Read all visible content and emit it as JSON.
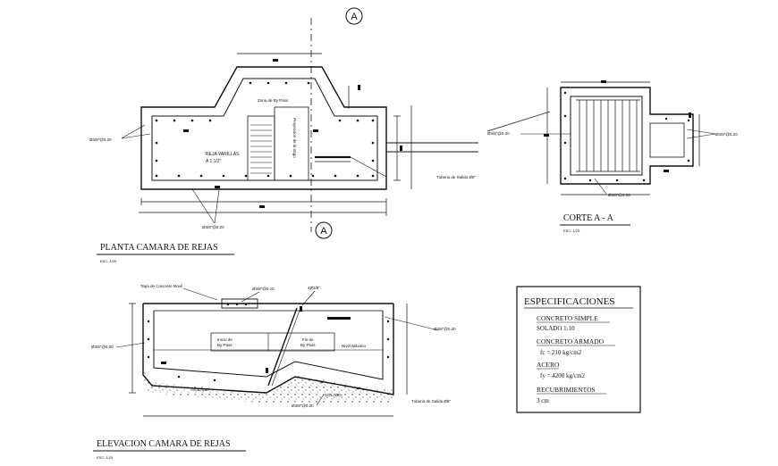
{
  "section_markers": {
    "top": "A",
    "bottom": "A"
  },
  "plan": {
    "title": "PLANTA CAMARA DE REJAS",
    "scale": "ESC. 1/25",
    "bypass_zone": "Zona de By Pass",
    "bypass_projection": "Proyeccion de la Vago",
    "grate_label": "REJA VARILLAS",
    "grate_spec": "A  1 1/2\"",
    "outlet_pipe": "Tuberia de Salida Ø6\"",
    "rebar_left": "Ø3/8\"@0.20",
    "rebar_bottom": "Ø3/8\"@0.20"
  },
  "section": {
    "title": "CORTE  A - A",
    "scale": "ESC. 1/25",
    "rebar_left": "Ø3/8\"@0.20",
    "rebar_right": "Ø3/8\"@0.20",
    "rebar_bottom": "Ø3/8\"@0.20"
  },
  "elevation": {
    "title": "ELEVACION CAMARA DE REJAS",
    "scale": "ESC. 1/25",
    "cover_label": "Tapa de Concreto Movil",
    "top_rebar_1": "Ø3/8\"@0.10",
    "top_rebar_2": "4Ø3/8\"",
    "bypass_start_1": "Inicio de",
    "bypass_start_2": "By Pass",
    "bypass_end_1": "Fin de",
    "bypass_end_2": "By Pass",
    "max_level": "Nivel Máximo",
    "solado_1": "SOLADO",
    "solado_2": "SOLADO",
    "outlet_pipe": "Tuberia de Salida Ø6\"",
    "rebar_left": "Ø3/8\"@0.20",
    "rebar_right": "Ø3/8\"@0.20",
    "rebar_bottom": "Ø3/8\"@0.20"
  },
  "specs": {
    "title": "ESPECIFICACIONES",
    "concreto_simple": "CONCRETO SIMPLE",
    "solado": "SOLADO 1:10",
    "concreto_armado": "CONCRETO ARMADO",
    "fc": "fc = 210 kg/cm2",
    "acero": "ACERO",
    "fy": "fy = 4200 kg/cm2",
    "recubrimientos": "RECUBRIMIENTOS",
    "cover": "3 cm"
  }
}
